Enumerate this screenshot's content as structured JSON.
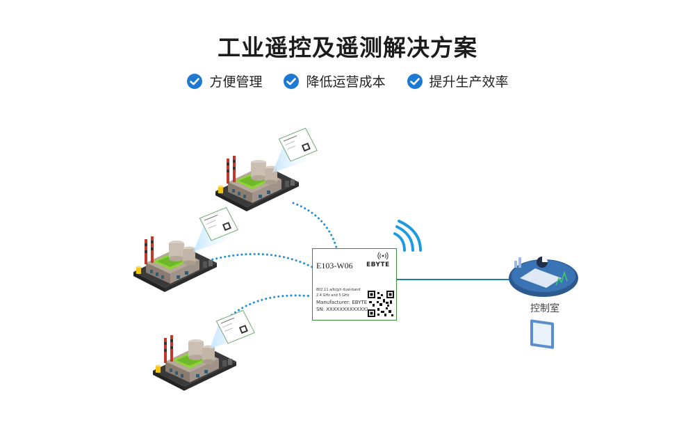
{
  "title": "工业遥控及遥测解决方案",
  "features": [
    "方便管理",
    "降低运营成本",
    "提升生产效率"
  ],
  "module": {
    "model": "E103-W06",
    "brand": "EBYTE",
    "spec_lines": [
      "802.11 a/b/g/n dual-band",
      "2.4 GHz and 5 GHz",
      "Manufacturer: EBYTE",
      "SN: XXXXXXXXXXXXX"
    ]
  },
  "control_room": "控制室",
  "colors": {
    "check_blue": "#1e7ad1",
    "link_blue": "#1e8fd6",
    "line_teal": "#1f7f9f",
    "module_border": "#3c8a3c",
    "chip_green": "#8fd33a"
  }
}
